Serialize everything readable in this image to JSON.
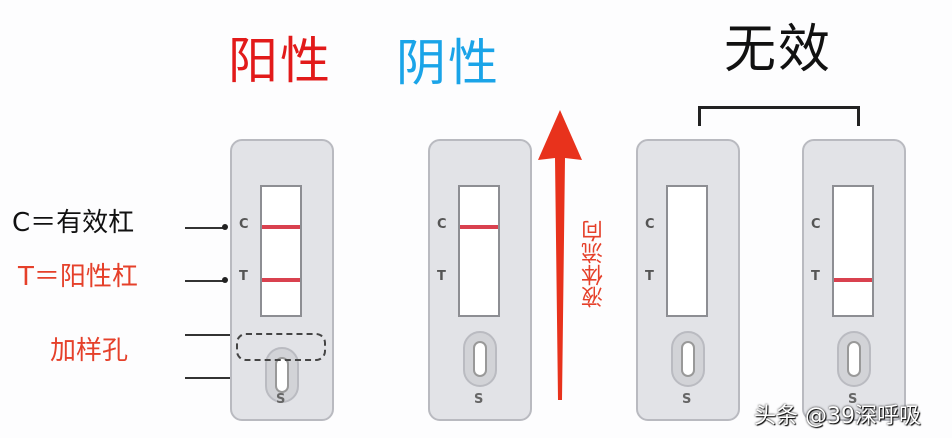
{
  "titles": {
    "positive": "阳性",
    "negative": "阴性",
    "invalid": "无效"
  },
  "legend": {
    "c_line": "C＝有效杠",
    "t_line": "T＝阳性杠",
    "sample_well": "加样孔"
  },
  "flow_label": "液体流向",
  "cassette_labels": {
    "c": "C",
    "t": "T",
    "s": "S"
  },
  "cassettes": [
    {
      "name": "positive",
      "c_line": true,
      "t_line": true
    },
    {
      "name": "negative",
      "c_line": true,
      "t_line": false
    },
    {
      "name": "invalid-1",
      "c_line": false,
      "t_line": false
    },
    {
      "name": "invalid-2",
      "c_line": false,
      "t_line": true
    }
  ],
  "colors": {
    "positive": "#e21a1a",
    "negative": "#1aa4e8",
    "line": "#d9414f",
    "arrow": "#e8321c"
  },
  "watermark": "头条 @39深呼吸"
}
